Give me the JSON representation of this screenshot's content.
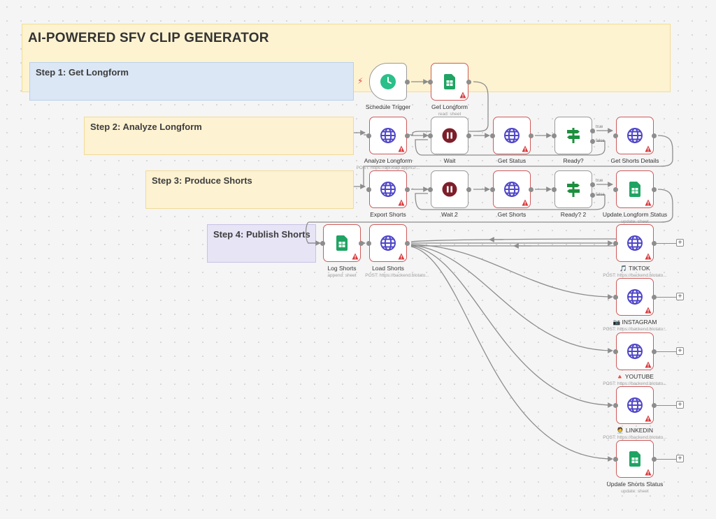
{
  "canvas": {
    "title": "AI-POWERED SFV CLIP GENERATOR",
    "sticky_notes": {
      "step1": "Step 1: Get Longform",
      "step2": "Step 2: Analyze Longform",
      "step3": "Step 3: Produce Shorts",
      "step4": "Step 4: Publish Shorts"
    }
  },
  "nodes": {
    "schedule_trigger": {
      "label": "Schedule Trigger",
      "subtitle": "",
      "icon": "clock-icon"
    },
    "get_longform": {
      "label": "Get Longform",
      "subtitle": "read: sheet",
      "icon": "google-sheets-icon"
    },
    "analyze_longform": {
      "label": "Analyze Longform",
      "subtitle": "POST: https://api.klap.app/v2/...",
      "icon": "globe-icon"
    },
    "wait": {
      "label": "Wait",
      "subtitle": "",
      "icon": "pause-icon"
    },
    "get_status": {
      "label": "Get Status",
      "subtitle": "",
      "icon": "globe-icon"
    },
    "ready": {
      "label": "Ready?",
      "subtitle": "",
      "icon": "signpost-icon"
    },
    "get_shorts_details": {
      "label": "Get Shorts Details",
      "subtitle": "",
      "icon": "globe-icon"
    },
    "export_shorts": {
      "label": "Export Shorts",
      "subtitle": "",
      "icon": "globe-icon"
    },
    "wait2": {
      "label": "Wait 2",
      "subtitle": "",
      "icon": "pause-icon"
    },
    "get_shorts": {
      "label": "Get Shorts",
      "subtitle": "",
      "icon": "globe-icon"
    },
    "ready2": {
      "label": "Ready? 2",
      "subtitle": "",
      "icon": "signpost-icon"
    },
    "update_longform_status": {
      "label": "Update Longform Status",
      "subtitle": "update: sheet",
      "icon": "google-sheets-icon"
    },
    "log_shorts": {
      "label": "Log Shorts",
      "subtitle": "append: sheet",
      "icon": "google-sheets-icon"
    },
    "load_shorts": {
      "label": "Load Shorts",
      "subtitle": "POST: https://backend.blotato...",
      "icon": "globe-icon"
    },
    "tiktok": {
      "label": "🎵 TIKTOK",
      "subtitle": "POST: https://backend.blotato...",
      "icon": "globe-icon"
    },
    "instagram": {
      "label": "📷 INSTAGRAM",
      "subtitle": "POST: https://backend.blotato...",
      "icon": "globe-icon"
    },
    "youtube": {
      "label": "🔺 YOUTUBE",
      "subtitle": "POST: https://backend.blotato...",
      "icon": "globe-icon"
    },
    "linkedin": {
      "label": "🧑‍💼 LINKEDIN",
      "subtitle": "POST: https://backend.blotato...",
      "icon": "globe-icon"
    },
    "update_shorts_status": {
      "label": "Update Shorts Status",
      "subtitle": "update: sheet",
      "icon": "google-sheets-icon"
    }
  },
  "branches": {
    "true_label": "true",
    "false_label": "false"
  },
  "add_button_symbol": "+",
  "trigger_badge": "⚡",
  "colors": {
    "node_warning_border": "#cf5a5a",
    "globe": "#4f46c8",
    "sheets": "#1fa463",
    "wait": "#7d1f2b",
    "if": "#1e8f3e",
    "trigger": "#2bbf8a"
  }
}
